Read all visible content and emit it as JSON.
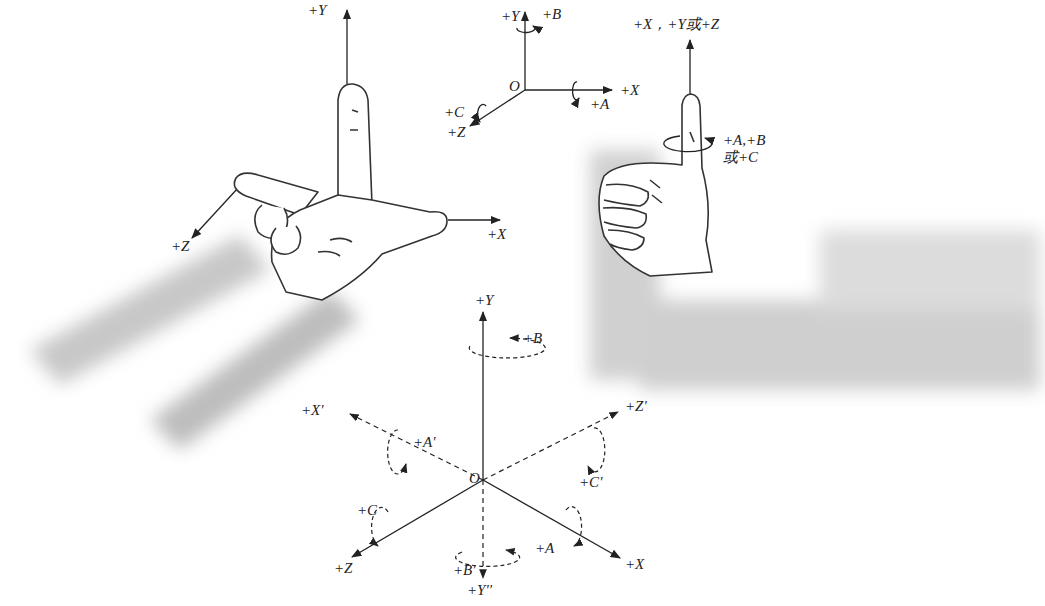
{
  "diagram": {
    "labels": [
      "+Y",
      "+Z",
      "+X",
      "+Y",
      "+B",
      "O",
      "+X",
      "+A",
      "+C",
      "+Z",
      "+X，+Y或+Z",
      "+A,+B 或+C",
      "+Y",
      "+X'",
      "+A'",
      "+B",
      "+Z'",
      "O",
      "+C'",
      "+C",
      "+B'",
      "+A",
      "+Z",
      "+X",
      "+Y''"
    ]
  }
}
